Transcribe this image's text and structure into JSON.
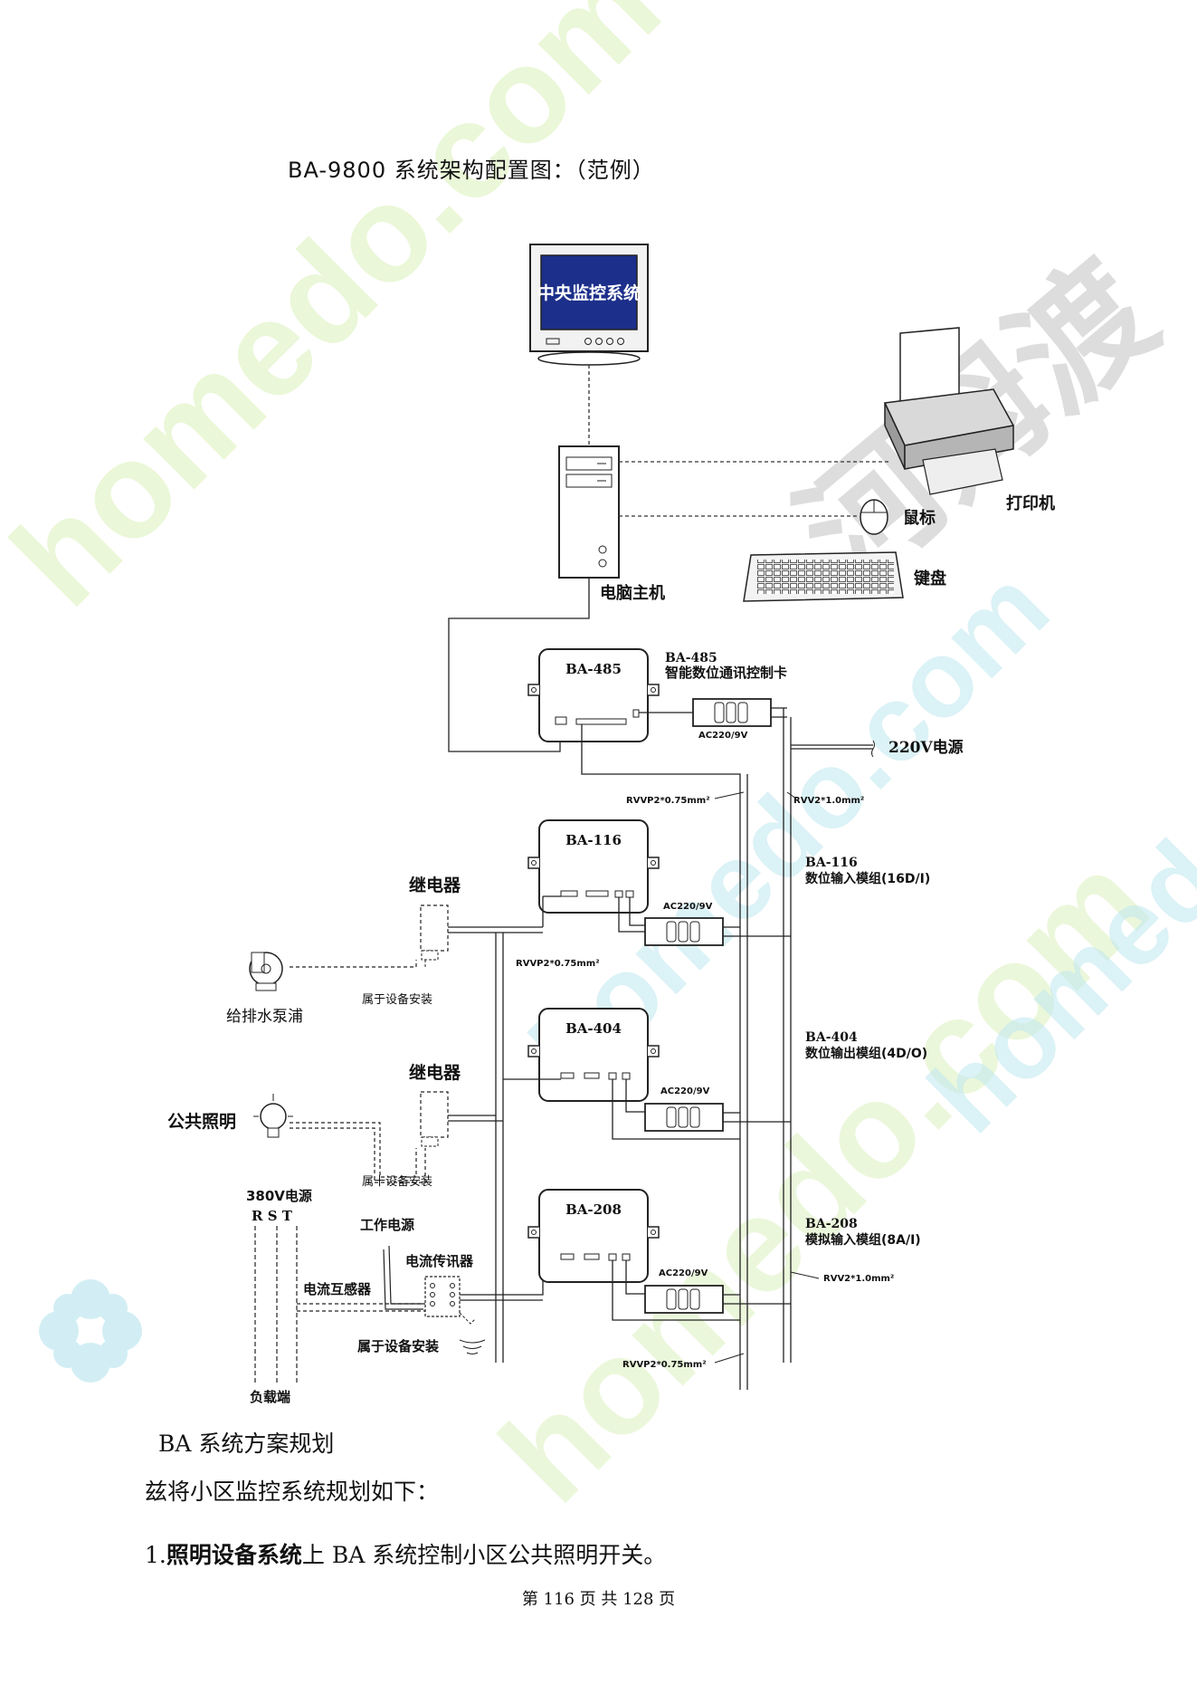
{
  "title": "BA-9800 系统架构配置图：（范例）",
  "diagram": {
    "monitor_screen": "中央监控系统",
    "pc_host": "电脑主机",
    "printer": "打印机",
    "mouse": "鼠标",
    "keyboard": "键盘",
    "ba485_box": "BA-485",
    "ba485_name": "BA-485",
    "ba485_desc": "智能数位通讯控制卡",
    "power_220": "220V电源",
    "ac_label": "AC220/9V",
    "cable_rvvp": "RVVP2*0.75mm²",
    "cable_rvv": "RVV2*1.0mm²",
    "ba116_box": "BA-116",
    "ba116_name": "BA-116",
    "ba116_desc": "数位输入模组(16D/I)",
    "relay": "继电器",
    "pump": "给排水泵浦",
    "equip_install": "属于设备安装",
    "ba404_box": "BA-404",
    "ba404_name": "BA-404",
    "ba404_desc": "数位输出模组(4D/O)",
    "public_light": "公共照明",
    "equip_install_2": "属十设备安装",
    "power_380": "380V电源",
    "rst": "R  S  T",
    "work_power": "工作电源",
    "current_transmitter": "电流传讯器",
    "current_transformer": "电流互感器",
    "equip_install_bold": "属于设备安装",
    "load_end": "负载端",
    "ba208_box": "BA-208",
    "ba208_name": "BA-208",
    "ba208_desc": "模拟输入模组(8A/I)"
  },
  "section_title": "BA 系统方案规划",
  "intro": "兹将小区监控系统规划如下：",
  "item1": {
    "number": "1.",
    "bold": "照明设备系统",
    "rest": "上 BA 系统控制小区公共照明开关。"
  },
  "page_number": "第 116 页 共 128 页",
  "watermark": {
    "text": "homedo.com",
    "brand": "河姆渡",
    "color_teal": "#7fd8e6",
    "color_lime": "#dff0b5",
    "color_gray": "#9a9a9a"
  }
}
